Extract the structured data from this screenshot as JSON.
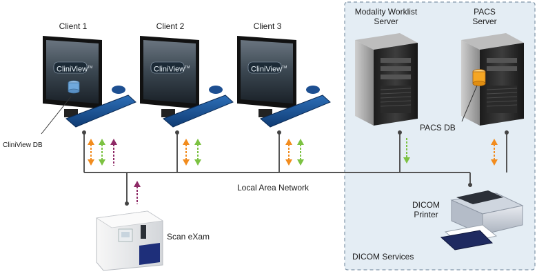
{
  "clients": [
    {
      "label": "Client 1",
      "brand": "CliniView",
      "trademark": "TM"
    },
    {
      "label": "Client 2",
      "brand": "CliniView",
      "trademark": "TM"
    },
    {
      "label": "Client 3",
      "brand": "CliniView",
      "trademark": "TM"
    }
  ],
  "databases": {
    "cliniview_db": "CliniView DB",
    "pacs_db": "PACS DB"
  },
  "servers": {
    "modality_worklist": {
      "line1": "Modality Worklist",
      "line2": "Server"
    },
    "pacs": {
      "line1": "PACS",
      "line2": "Server"
    }
  },
  "network": {
    "label": "Local Area Network"
  },
  "devices": {
    "scanner": "Scan eXam",
    "printer": {
      "line1": "DICOM",
      "line2": "Printer"
    }
  },
  "services_panel": {
    "label": "DICOM Services"
  },
  "colors": {
    "orange_arrow": "#f28c1e",
    "green_arrow": "#7cc242",
    "purple_arrow": "#8e2a66",
    "network_line": "#555555",
    "panel_fill": "#e4edf4",
    "panel_border": "#7f94a6",
    "db_blue": "#6fa8dc",
    "db_orange": "#f5a623"
  }
}
